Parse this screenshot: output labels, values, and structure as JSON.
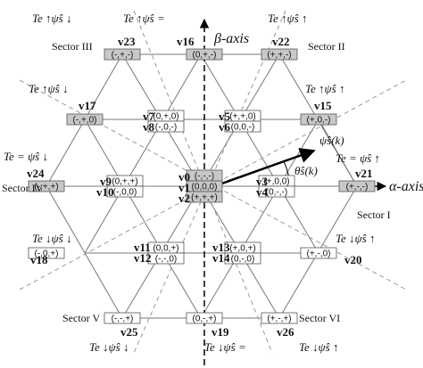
{
  "axes": {
    "beta": "β-axis",
    "alpha": "α-axis"
  },
  "flux_vector": "ψ̂s(k)",
  "angle_label": "θ̂s(k)",
  "sectors": {
    "I": "Sector I",
    "II": "Sector II",
    "III": "Sector III",
    "IV": "Sector IV",
    "V": "Sector V",
    "VI": "Sector VI"
  },
  "conditions": {
    "top_left_1": "Te ↑ψ̂s ↓",
    "top_left_2": "Te ↑ψ̂s =",
    "top_right": "Te ↑ψ̂s ↑",
    "upper_left": "Te ↑ψ̂s ↓",
    "upper_right": "Te ↑ψ̂s ↑",
    "left": "Te = ψ̂s ↓",
    "right": "Te = ψ̂s ↑",
    "lower_left": "Te ↓ψ̂s ↓",
    "lower_right": "Te ↓ψ̂s ↑",
    "bottom_left": "Te ↓ψ̂s ↓",
    "bottom_center": "Te ↓ψ̂s =",
    "bottom_right": "Te ↓ψ̂s ↑"
  },
  "vectors": {
    "v0": {
      "label": "v0",
      "state": "(-,-,-)"
    },
    "v1": {
      "label": "v1",
      "state": "(0,0,0)"
    },
    "v2": {
      "label": "v2",
      "state": "(+,+,+)"
    },
    "v3": {
      "label": "v3",
      "state": "(+,0,0)"
    },
    "v4": {
      "label": "v4",
      "state": "(0,-,-)"
    },
    "v5": {
      "label": "v5",
      "state": "(+,+,0)"
    },
    "v6": {
      "label": "v6",
      "state": "(0,0,-)"
    },
    "v7": {
      "label": "v7",
      "state": "(0,+,0)"
    },
    "v8": {
      "label": "v8",
      "state": "(-,0,-)"
    },
    "v9": {
      "label": "v9",
      "state": "(0,+,+)"
    },
    "v10": {
      "label": "v10",
      "state": "(-,0,0)"
    },
    "v11": {
      "label": "v11",
      "state": "(0,0,+)"
    },
    "v12": {
      "label": "v12",
      "state": "(-,-,0)"
    },
    "v13": {
      "label": "v13",
      "state": "(+,0,+)"
    },
    "v14": {
      "label": "v14",
      "state": "(0,-,0)"
    },
    "v15": {
      "label": "v15",
      "state": "(+,0,-)"
    },
    "v16": {
      "label": "v16",
      "state": "(0,+,-)"
    },
    "v17": {
      "label": "v17",
      "state": "(-,+,0)"
    },
    "v18": {
      "label": "v18",
      "state": "(-,0,+)"
    },
    "v19": {
      "label": "v19",
      "state": "(0,-,+)"
    },
    "v20": {
      "label": "v20",
      "state": "(+,-,0)"
    },
    "v21": {
      "label": "v21",
      "state": "(+,-,-)"
    },
    "v22": {
      "label": "v22",
      "state": "(+,+,-)"
    },
    "v23": {
      "label": "v23",
      "state": "(-,+,-)"
    },
    "v24": {
      "label": "v24",
      "state": "(-,+,+)"
    },
    "v25": {
      "label": "v25",
      "state": "(-,-,+)"
    },
    "v26": {
      "label": "v26",
      "state": "(+,-,+)"
    }
  }
}
